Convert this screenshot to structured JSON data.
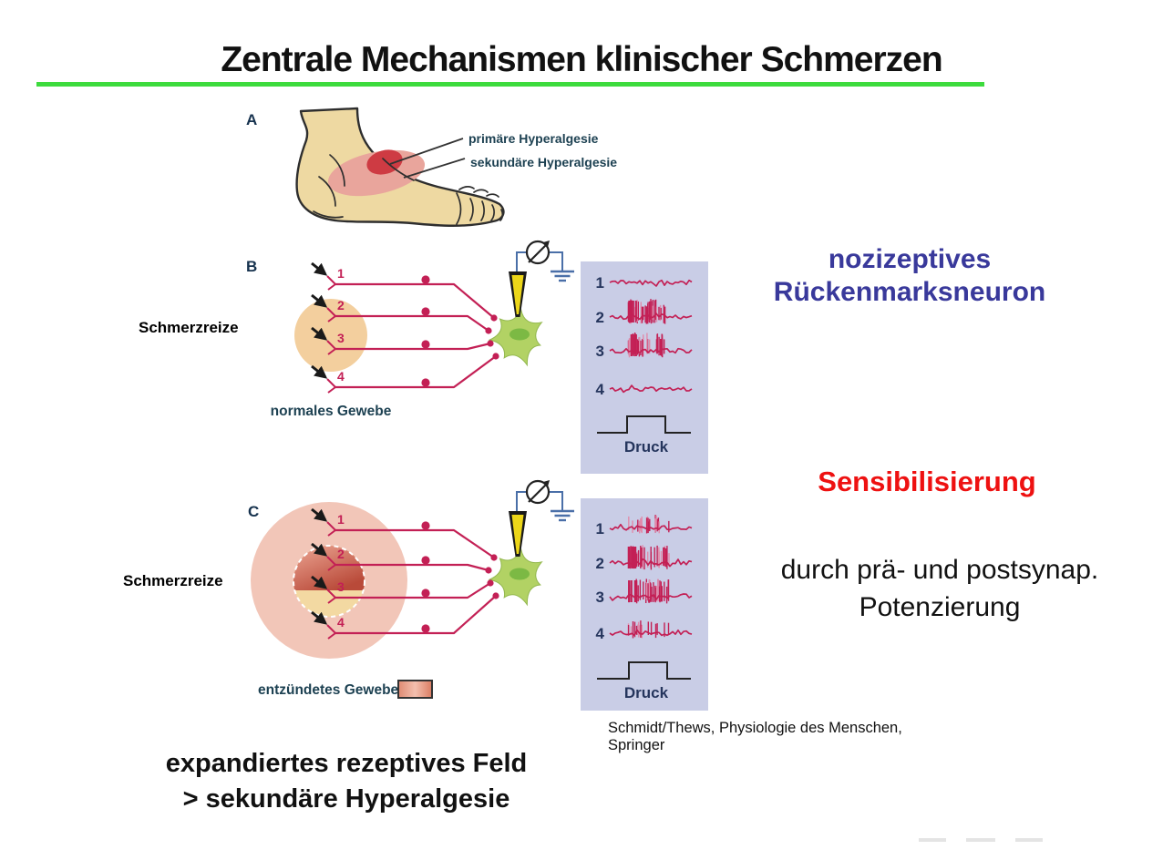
{
  "title": "Zentrale Mechanismen klinischer Schmerzen",
  "panel_a": {
    "letter": "A",
    "label_primary": "primäre Hyperalgesie",
    "label_secondary": "sekundäre Hyperalgesie"
  },
  "panel_b": {
    "letter": "B",
    "stimulus": "Schmerzreize",
    "tissue": "normales Gewebe",
    "fibers": [
      "1",
      "2",
      "3",
      "4"
    ]
  },
  "panel_c": {
    "letter": "C",
    "stimulus": "Schmerzreize",
    "tissue": "entzündetes Gewebe",
    "fibers": [
      "1",
      "2",
      "3",
      "4"
    ]
  },
  "trace_panel_b": {
    "labels": [
      "1",
      "2",
      "3",
      "4"
    ],
    "stimulus": "Druck",
    "burst": [
      "none",
      "strong",
      "strong",
      "none"
    ]
  },
  "trace_panel_c": {
    "labels": [
      "1",
      "2",
      "3",
      "4"
    ],
    "stimulus": "Druck",
    "burst": [
      "medium",
      "strong",
      "strong",
      "medium"
    ]
  },
  "right_column": {
    "neuron_line1": "nozizeptives",
    "neuron_line2": "Rückenmarksneuron",
    "sensitization": "Sensibilisierung",
    "mechanism_line1": "durch prä- und postsynap.",
    "mechanism_line2": "Potenzierung"
  },
  "citation": {
    "line1": "Schmidt/Thews, Physiologie des Menschen,",
    "line2": "Springer"
  },
  "conclusion": {
    "line1": "expandiertes rezeptives Feld",
    "line2": "> sekundäre Hyperalgesie"
  },
  "colors": {
    "accent_line": "#3ddb3d",
    "title_text": "#111111",
    "figure_label": "#16324e",
    "tissue_label": "#1d4152",
    "fiber": "#c32055",
    "fiber_light": "#e18bab",
    "skin": "#eed9a2",
    "hyperalgesia_primary": "#ce3b43",
    "hyperalgesia_secondary": "#e9a59c",
    "receptive_field": "#f3cf9e",
    "expanded_field": "#f2c6b8",
    "inner_field_tan": "#f3d9a2",
    "neuron_body": "#b2d264",
    "neuron_nucleus": "#7cb944",
    "electrode_yellow": "#ecd619",
    "wire_blue": "#4a6fa8",
    "trace_bg": "#c9cde6",
    "trace_label": "#25355d",
    "heading_blue": "#39399b",
    "sensitization_red": "#ee1111"
  }
}
